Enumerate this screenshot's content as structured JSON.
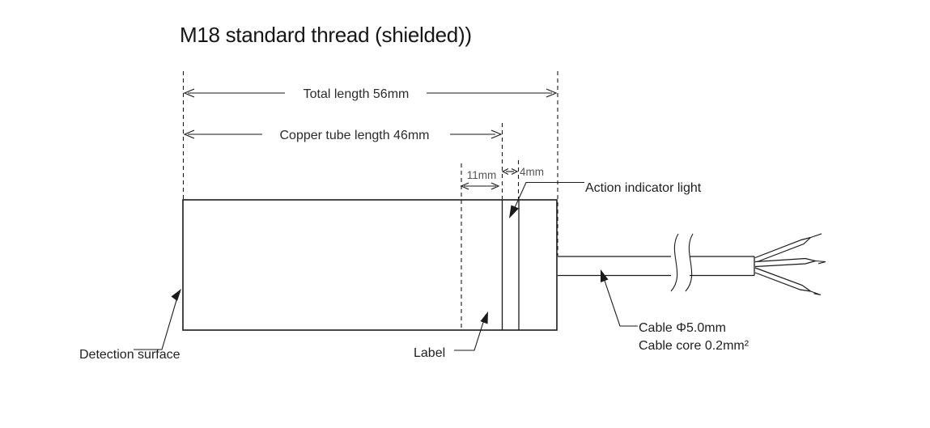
{
  "title": "M18 standard thread (shielded))",
  "colors": {
    "line": "#1a1a1a",
    "text": "#222222",
    "dim_text": "#555555",
    "background": "#ffffff"
  },
  "dimensions": {
    "total_length": {
      "label": "Total length 56mm"
    },
    "copper_tube": {
      "label": "Copper tube length 46mm"
    },
    "label_section": {
      "label": "11mm"
    },
    "indicator_section": {
      "label": "4mm"
    }
  },
  "callouts": {
    "action_indicator": {
      "label": "Action indicator light"
    },
    "detection_surface": {
      "label": "Detection surface"
    },
    "label": {
      "label": "Label"
    },
    "cable_diameter": {
      "label": "Cable Φ5.0mm"
    },
    "cable_core": {
      "label": "Cable core  0.2mm²"
    }
  }
}
